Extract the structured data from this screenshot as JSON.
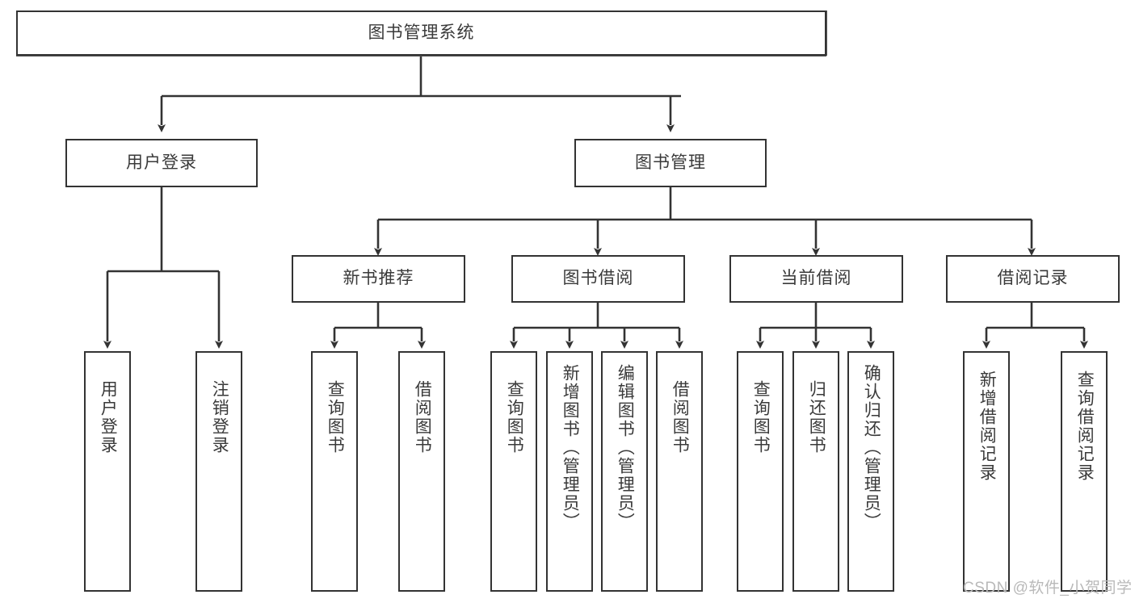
{
  "diagram": {
    "type": "tree-hierarchy",
    "title": "图书管理系统",
    "watermark": "CSDN @软件_小贺同学",
    "colors": {
      "box_border": "#333333",
      "box_fill": "#ffffff",
      "text": "#3a3a3a",
      "connector": "#333333",
      "watermark": "#b9b9b9",
      "background": "#ffffff"
    },
    "levels": [
      {
        "level": 0,
        "name": "system-root"
      },
      {
        "level": 1,
        "name": "modules"
      },
      {
        "level": 2,
        "name": "sub-modules"
      },
      {
        "level": 3,
        "name": "functions"
      }
    ],
    "nodes": {
      "root": {
        "id": "root",
        "label": "图书管理系统",
        "orientation": "horizontal"
      },
      "level1": [
        {
          "id": "user-login",
          "label": "用户登录",
          "orientation": "horizontal"
        },
        {
          "id": "book-management",
          "label": "图书管理",
          "orientation": "horizontal"
        }
      ],
      "level2": [
        {
          "id": "new-book-recommend",
          "label": "新书推荐",
          "orientation": "horizontal",
          "parent": "book-management"
        },
        {
          "id": "book-borrow",
          "label": "图书借阅",
          "orientation": "horizontal",
          "parent": "book-management"
        },
        {
          "id": "current-borrow",
          "label": "当前借阅",
          "orientation": "horizontal",
          "parent": "book-management"
        },
        {
          "id": "borrow-record",
          "label": "借阅记录",
          "orientation": "horizontal",
          "parent": "book-management"
        }
      ],
      "leaves": [
        {
          "id": "leaf-user-login",
          "label": "用户登录",
          "parent": "user-login"
        },
        {
          "id": "leaf-logout-login",
          "label": "注销登录",
          "parent": "user-login"
        },
        {
          "id": "leaf-query-book-1",
          "label": "查询图书",
          "parent": "new-book-recommend"
        },
        {
          "id": "leaf-borrow-book-1",
          "label": "借阅图书",
          "parent": "new-book-recommend"
        },
        {
          "id": "leaf-query-book-2",
          "label": "查询图书",
          "parent": "book-borrow"
        },
        {
          "id": "leaf-add-book",
          "label": "新增图书（管理员）",
          "parent": "book-borrow"
        },
        {
          "id": "leaf-edit-book",
          "label": "编辑图书（管理员）",
          "parent": "book-borrow"
        },
        {
          "id": "leaf-borrow-book-2",
          "label": "借阅图书",
          "parent": "book-borrow"
        },
        {
          "id": "leaf-query-book-3",
          "label": "查询图书",
          "parent": "current-borrow"
        },
        {
          "id": "leaf-return-book",
          "label": "归还图书",
          "parent": "current-borrow"
        },
        {
          "id": "leaf-confirm-return",
          "label": "确认归还（管理员）",
          "parent": "current-borrow"
        },
        {
          "id": "leaf-add-record",
          "label": "新增借阅记录",
          "parent": "borrow-record"
        },
        {
          "id": "leaf-query-record",
          "label": "查询借阅记录",
          "parent": "borrow-record"
        }
      ]
    }
  }
}
